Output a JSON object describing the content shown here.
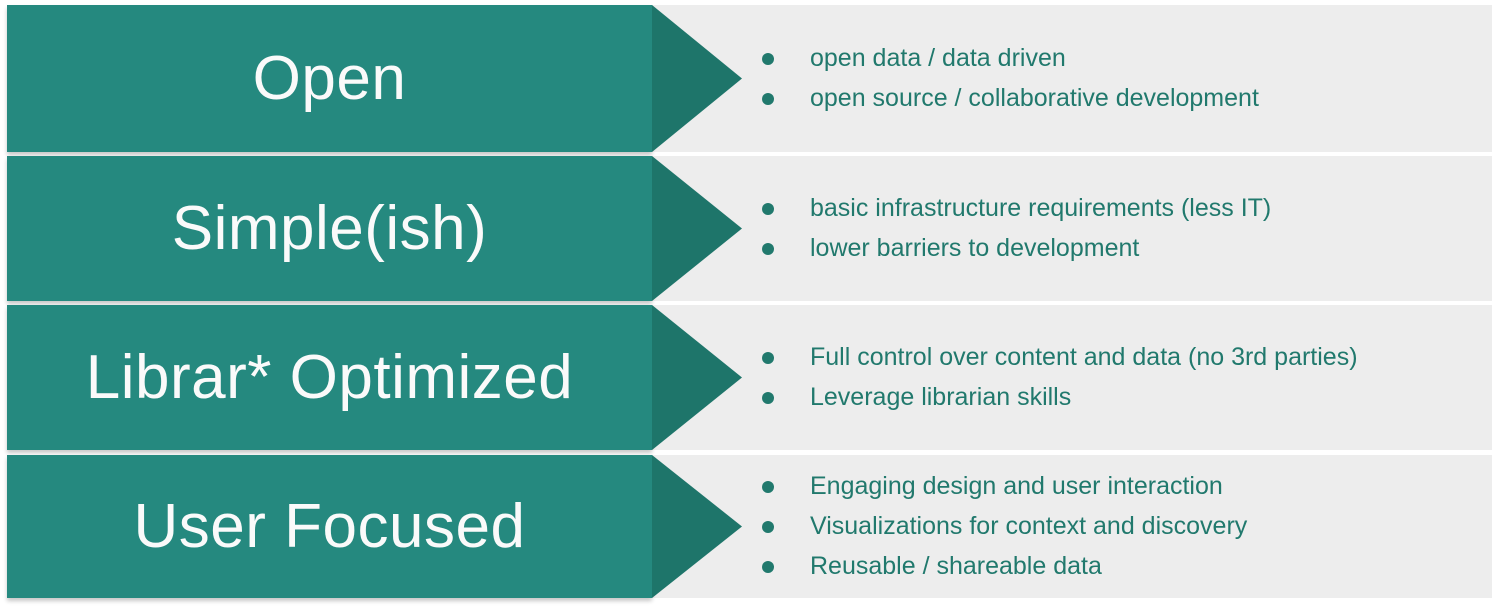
{
  "slide": {
    "colors": {
      "page_background": "#FFFFFF",
      "row_background": "#EDEDED",
      "arrow_body": "#25897F",
      "arrow_head": "#1E756A",
      "title_text": "#FAFAFA",
      "bullet_text": "#21796D"
    },
    "rows": [
      {
        "title": "Open",
        "bullets": [
          "open data / data driven",
          "open source / collaborative development"
        ]
      },
      {
        "title": "Simple(ish)",
        "bullets": [
          "basic infrastructure requirements (less IT)",
          "lower barriers to development"
        ]
      },
      {
        "title": "Librar* Optimized",
        "bullets": [
          "Full control over content and data (no 3rd parties)",
          "Leverage librarian skills"
        ]
      },
      {
        "title": "User Focused",
        "bullets": [
          "Engaging design and user interaction",
          "Visualizations for context and discovery",
          "Reusable / shareable data"
        ]
      }
    ]
  }
}
